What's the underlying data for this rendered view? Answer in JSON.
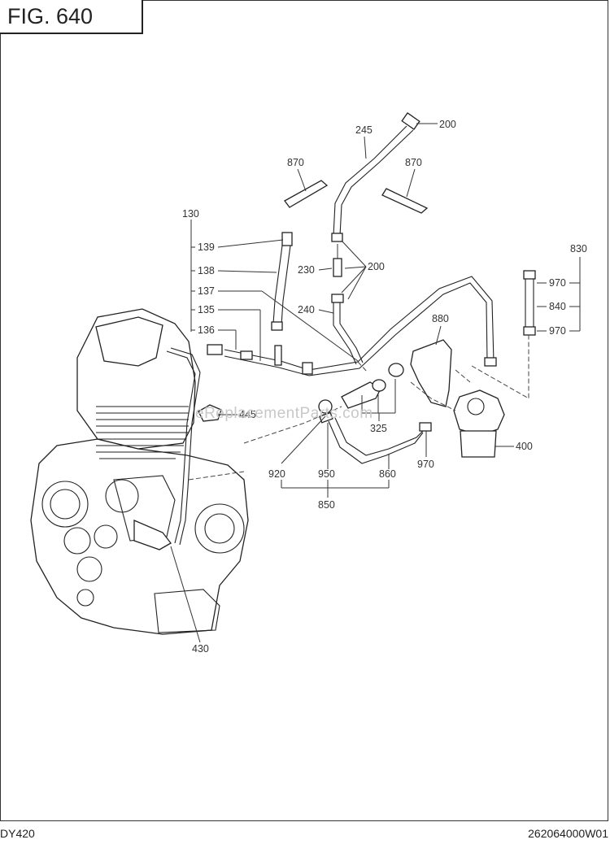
{
  "figure": {
    "title": "FIG. 640"
  },
  "footer": {
    "model": "DY420",
    "part_number": "262064000W01"
  },
  "watermark": "eReplacementParts.com",
  "callouts": {
    "c200a": "200",
    "c245": "245",
    "c870a": "870",
    "c870b": "870",
    "c130": "130",
    "c139": "139",
    "c138": "138",
    "c137": "137",
    "c135": "135",
    "c136": "136",
    "c230": "230",
    "c200b": "200",
    "c240": "240",
    "c830": "830",
    "c970a": "970",
    "c840": "840",
    "c970b": "970",
    "c880": "880",
    "c445": "445",
    "c325": "325",
    "c920": "920",
    "c950": "950",
    "c860": "860",
    "c850": "850",
    "c970c": "970",
    "c400": "400",
    "c430": "430"
  }
}
